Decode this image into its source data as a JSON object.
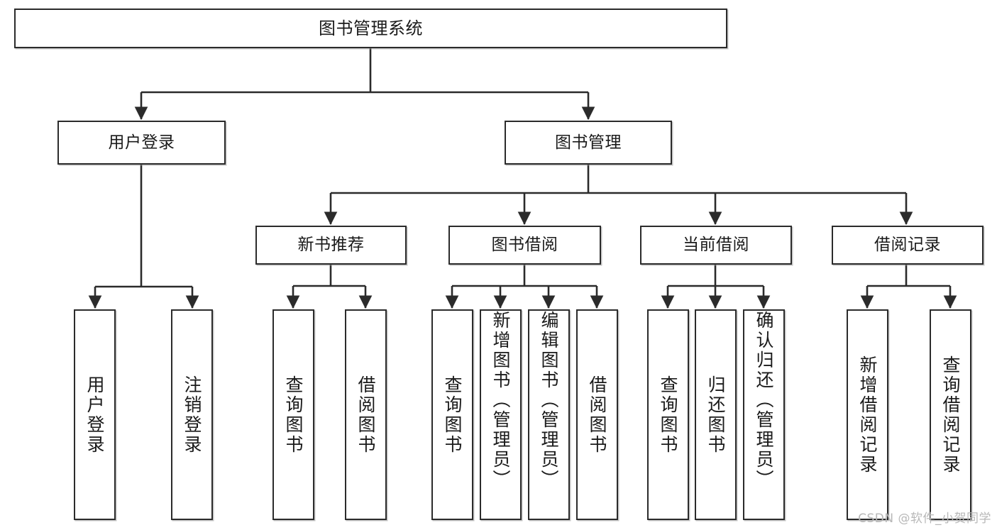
{
  "diagram": {
    "title": "图书管理系统",
    "type": "tree-hierarchy",
    "watermark": "CSDN @软件_小贺同学",
    "colors": {
      "node_border": "#2b2b2b",
      "node_fill": "#ffffff",
      "edge": "#2b2b2b",
      "text": "#1a1a1a",
      "watermark": "#b8b8b8",
      "background": "#ffffff"
    },
    "nodes": {
      "root": {
        "label": "图书管理系统"
      },
      "level2": [
        {
          "id": "user-login",
          "label": "用户登录"
        },
        {
          "id": "book-admin",
          "label": "图书管理"
        }
      ],
      "level3": [
        {
          "id": "new-book-rec",
          "label": "新书推荐"
        },
        {
          "id": "book-borrow",
          "label": "图书借阅"
        },
        {
          "id": "current-borrow",
          "label": "当前借阅"
        },
        {
          "id": "borrow-record",
          "label": "借阅记录"
        }
      ],
      "leaves": {
        "user-login": [
          {
            "id": "leaf-user-login",
            "label": "用户登录"
          },
          {
            "id": "leaf-user-logout",
            "label": "注销登录"
          }
        ],
        "new-book-rec": [
          {
            "id": "leaf-query-book-1",
            "label": "查询图书"
          },
          {
            "id": "leaf-borrow-book-1",
            "label": "借阅图书"
          }
        ],
        "book-borrow": [
          {
            "id": "leaf-query-book-2",
            "label": "查询图书"
          },
          {
            "id": "leaf-add-book",
            "label": "新增图书（管理员）"
          },
          {
            "id": "leaf-edit-book",
            "label": "编辑图书（管理员）"
          },
          {
            "id": "leaf-borrow-book-2",
            "label": "借阅图书"
          }
        ],
        "current-borrow": [
          {
            "id": "leaf-query-book-3",
            "label": "查询图书"
          },
          {
            "id": "leaf-return-book",
            "label": "归还图书"
          },
          {
            "id": "leaf-confirm-return",
            "label": "确认归还（管理员）"
          }
        ],
        "borrow-record": [
          {
            "id": "leaf-add-record",
            "label": "新增借阅记录"
          },
          {
            "id": "leaf-query-record",
            "label": "查询借阅记录"
          }
        ]
      }
    }
  }
}
